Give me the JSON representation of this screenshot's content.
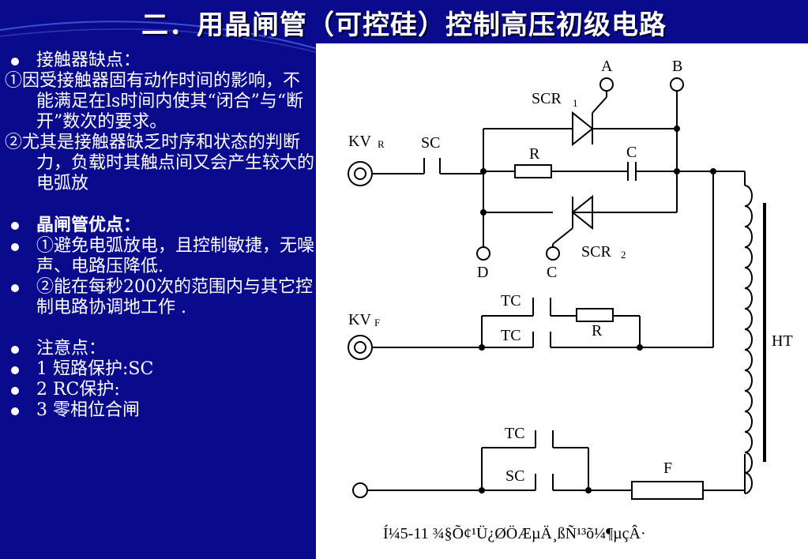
{
  "title": "二．用晶闸管（可控硅）控制高压初级电路",
  "left": {
    "section1_title": "接触器缺点：",
    "point1": "①因受接触器固有动作时间的影响，不能满足在ls时间内使其“闭合”与“断开”数次的要求。",
    "point2": "②尤其是接触器缺乏时序和状态的判断力，负载时其触点间又会产生较大的电弧放",
    "section2_title": "晶闸管优点：",
    "adv1": "①避免电弧放电，且控制敏捷，无噪声、电路压降低.",
    "adv2": "②能在每秒200次的范围内与其它控制电路协调地工作 .",
    "section3_title": "注意点：",
    "note1": "1  短路保护:SC",
    "note2": "2  RC保护:",
    "note3": "3   零相位合闸"
  },
  "circuit": {
    "A": "A",
    "B": "B",
    "SCR1": "SCR",
    "SCR1_sub": "1",
    "SCR2": "SCR",
    "SCR2_sub": "2",
    "KVR": "KV",
    "KVR_sub": "R",
    "KVF": "KV",
    "KVF_sub": "F",
    "SC_top": "SC",
    "R_top": "R",
    "C_top": "C",
    "D": "D",
    "C_bottom": "C",
    "TC1": "TC",
    "TC2": "TC",
    "R_mid": "R",
    "HT": "HT",
    "TC3": "TC",
    "SC_bottom": "SC",
    "F": "F",
    "caption": "Í¼5-11  ¾§Õ¢¹Ü¿ØÖÆµÄ¸ßÑ¹³õ¼¶µçÂ·"
  }
}
